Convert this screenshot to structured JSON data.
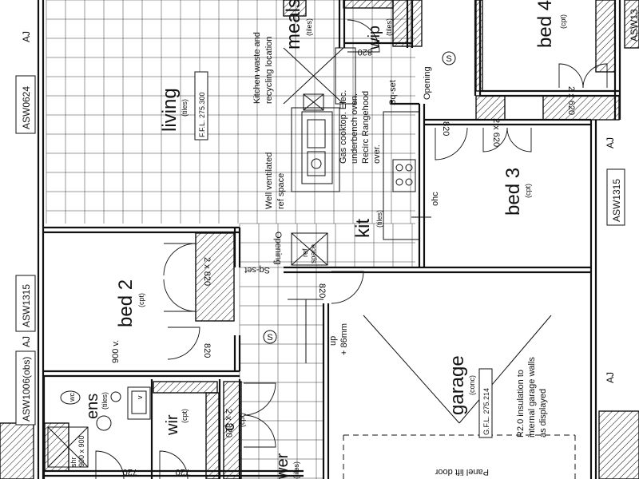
{
  "rooms": {
    "living": {
      "name": "living",
      "finish": "(tiles)",
      "level": "F.F.L. 275.300"
    },
    "meals": {
      "name": "meals",
      "finish": "(tiles)"
    },
    "wip": {
      "name": "wip",
      "finish": "(tiles)"
    },
    "kit": {
      "name": "kit",
      "finish": "(tiles)"
    },
    "bed2": {
      "name": "bed 2",
      "finish": "(cpt)"
    },
    "bed3": {
      "name": "bed 3",
      "finish": "(cpt)"
    },
    "bed4": {
      "name": "bed 4",
      "finish": "(cpt)"
    },
    "ens": {
      "name": "ens",
      "finish": "(tiles)"
    },
    "wir": {
      "name": "wir",
      "finish": "(cpt)"
    },
    "c": {
      "name": "c",
      "finish": "(cpt)"
    },
    "wer": {
      "name": "wer",
      "finish": "(tiles)"
    },
    "garage": {
      "name": "garage",
      "finish": "(conc)",
      "level": "G.F.L. 275.214"
    }
  },
  "notes": {
    "kitchen_waste": "Kitchen waste and",
    "recycling": "recycling location",
    "ventilated": "Well ventilated",
    "ref_space": "ref space",
    "gas_cooktop": "Gas cooktop. Elec.",
    "underbench": "underbench oven.",
    "rangehood": "Recirc Rangehood",
    "over": "over.",
    "sq_set_kit": "Sq-set",
    "opening_kit": "Opening",
    "opening_top": "Opening",
    "sq_set_bed": "Sq-set",
    "ohc": "ohc",
    "up": "up",
    "plus86": "+ 86mm",
    "insulation": "R2.0 insulation to",
    "insulation_2": "internal garage walls",
    "insulation_3": "as displayed",
    "panel_lift": "Panel lift door",
    "shower": "shr",
    "shower_size": "900 x 900",
    "v900": "900 v.",
    "wc": "wc",
    "vanity": "v",
    "ref": "ref",
    "space": "space",
    "smoke": "S"
  },
  "dims": {
    "d820_top": "820",
    "d2x620_a": "2 x 620",
    "d2x620_b": "2 x 620",
    "d2x820_bed2": "2 x 820",
    "d820_bed2": "820",
    "d820_hall": "820",
    "d2x820_c": "2 x 820",
    "d720_a": "720",
    "d720_b": "720",
    "d820_wip": "820"
  },
  "windows": {
    "asw0624": "ASW0624",
    "asw1315_left": "ASW1315",
    "asw1006": "ASW1006(obs)",
    "asw1315_right": "ASW1315",
    "asw13_top": "ASW13",
    "aj_a": "AJ",
    "aj_b": "AJ",
    "aj_c": "AJ",
    "aj_d": "AJ"
  }
}
